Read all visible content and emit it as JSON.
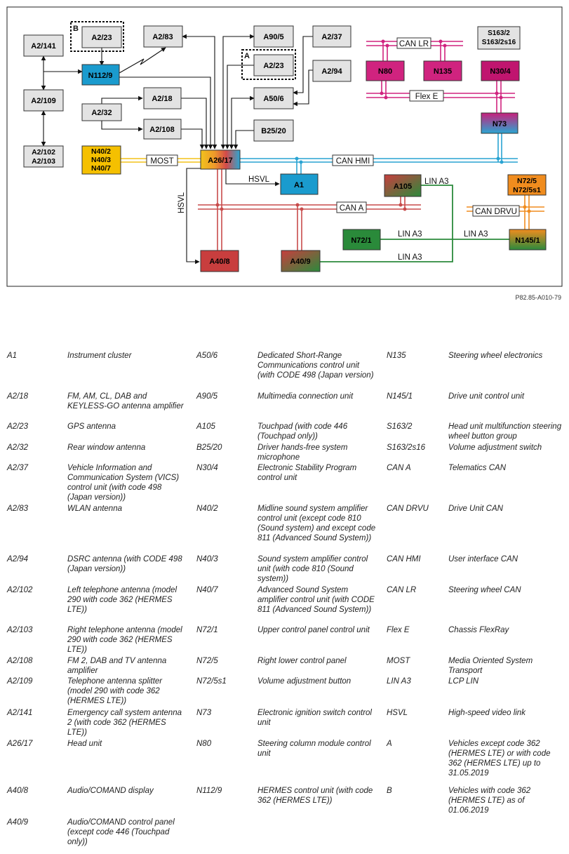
{
  "diagram": {
    "figure_code": "P82.85-A010-79",
    "group_labels": {
      "a": "A",
      "b": "B"
    },
    "nodes": {
      "a2_141": "A2/141",
      "a2_23_b": "A2/23",
      "a2_83": "A2/83",
      "a90_5": "A90/5",
      "a2_37": "A2/37",
      "s163_2": "S163/2",
      "s163_2s16": "S163/2s16",
      "n112_9": "N112/9",
      "a2_23_a": "A2/23",
      "a2_109": "A2/109",
      "a2_18": "A2/18",
      "a50_6": "A50/6",
      "a2_94": "A2/94",
      "n80": "N80",
      "n135": "N135",
      "n30_4": "N30/4",
      "a2_32": "A2/32",
      "a2_108": "A2/108",
      "b25_20": "B25/20",
      "n73": "N73",
      "a2_102": "A2/102",
      "a2_103": "A2/103",
      "n40_2": "N40/2",
      "n40_3": "N40/3",
      "n40_7": "N40/7",
      "a26_17": "A26/17",
      "a1": "A1",
      "a105": "A105",
      "n72_5": "N72/5",
      "n72_5s1": "N72/5s1",
      "n72_1": "N72/1",
      "n145_1": "N145/1",
      "a40_8": "A40/8",
      "a40_9": "A40/9"
    },
    "bus_labels": {
      "can_lr": "CAN LR",
      "flex_e": "Flex E",
      "most": "MOST",
      "can_hmi": "CAN HMI",
      "hsvl_h": "HSVL",
      "hsvl_v": "HSVL",
      "can_a": "CAN A",
      "can_drvu": "CAN DRVU",
      "lin_a3_1": "LIN A3",
      "lin_a3_2": "LIN A3",
      "lin_a3_3": "LIN A3",
      "lin_a3_4": "LIN A3"
    },
    "colors": {
      "can_hmi": "#29a3d2",
      "can_a": "#c84b4b",
      "can_lr_flex": "#d0237f",
      "most": "#f4c21a",
      "can_drvu": "#f08c1e",
      "lin": "#2c8a3c",
      "grey_box": "#e3e3e3",
      "n112_9": "#1a9bce",
      "a1": "#1a9bce",
      "n80": "#d0237f",
      "n135": "#d0237f",
      "n30_4": "#c0156f",
      "n40": "#f5c000",
      "n72_1": "#2a8a3a"
    }
  },
  "legend": [
    [
      "A1",
      "Instrument cluster",
      "A50/6",
      "Dedicated Short-Range Communications control unit (with CODE 498 (Japan version)",
      "N135",
      "Steering wheel electronics"
    ],
    [
      "A2/18",
      "FM, AM, CL, DAB and KEYLESS-GO antenna amplifier",
      "A90/5",
      "Multimedia connection unit",
      "N145/1",
      "Drive unit control unit"
    ],
    [
      "A2/23",
      "GPS antenna",
      "A105",
      "Touchpad (with code 446 (Touchpad only))",
      "S163/2",
      "Head unit multifunction steering wheel button group"
    ],
    [
      "A2/32",
      "Rear window antenna",
      "B25/20",
      "Driver hands-free system microphone",
      "S163/2s16",
      "Volume adjustment switch"
    ],
    [
      "A2/37",
      "Vehicle Information and Communication System (VICS) control unit (with code 498 (Japan version))",
      "N30/4",
      "Electronic Stability Program control unit",
      "CAN A",
      "Telematics CAN"
    ],
    [
      "A2/83",
      "WLAN antenna",
      "N40/2",
      "Midline sound system amplifier control unit (except code 810 (Sound system) and except code 811 (Advanced Sound System))",
      "CAN DRVU",
      "Drive Unit CAN"
    ],
    [
      "A2/94",
      "DSRC antenna (with CODE 498 (Japan version))",
      "N40/3",
      "Sound system amplifier control unit (with code 810 (Sound system))",
      "CAN HMI",
      "User interface CAN"
    ],
    [
      "A2/102",
      "Left telephone antenna (model 290 with code 362 (HERMES LTE))",
      "N40/7",
      "Advanced Sound System amplifier control unit (with CODE 811 (Advanced Sound System))",
      "CAN LR",
      "Steering wheel CAN"
    ],
    [
      "A2/103",
      "Right telephone antenna (model 290 with code 362 (HERMES LTE))",
      "N72/1",
      "Upper control panel control unit",
      "Flex E",
      "Chassis FlexRay"
    ],
    [
      "A2/108",
      "FM 2, DAB and TV antenna amplifier",
      "N72/5",
      "Right lower control panel",
      "MOST",
      "Media Oriented System Transport"
    ],
    [
      "A2/109",
      "Telephone antenna splitter (model 290 with code 362 (HERMES LTE))",
      "N72/5s1",
      "Volume adjustment button",
      "LIN A3",
      "LCP LIN"
    ],
    [
      "A2/141",
      "Emergency call system antenna 2 (with code 362 (HERMES LTE))",
      "N73",
      "Electronic ignition switch control unit",
      "HSVL",
      "High-speed video link"
    ],
    [
      "A26/17",
      "Head unit",
      "N80",
      "Steering column module control unit",
      "A",
      "Vehicles except code 362 (HERMES LTE) or with code 362 (HERMES LTE) up to 31.05.2019"
    ],
    [
      "A40/8",
      "Audio/COMAND display",
      "N112/9",
      "HERMES control unit (with code 362 (HERMES LTE))",
      "B",
      "Vehicles with code 362 (HERMES LTE) as of 01.06.2019"
    ],
    [
      "A40/9",
      "Audio/COMAND control panel (except code 446 (Touchpad only))",
      "",
      "",
      "",
      ""
    ]
  ]
}
